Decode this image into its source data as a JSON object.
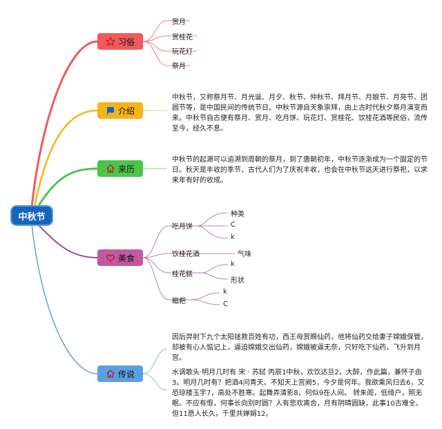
{
  "root": {
    "label": "中秋节"
  },
  "branches": {
    "customs": {
      "label": "习俗",
      "color": "#f05a5a",
      "icon": "star-icon",
      "items": [
        "赏月",
        "赏桂花",
        "玩花灯",
        "祭月"
      ]
    },
    "intro": {
      "label": "介绍",
      "color": "#f5b41e",
      "icon": "flag-icon",
      "text": "中秋节，又称祭月节、月光诞、月夕、秋节、仲秋节、拜月节、月娘节、月亮节、团圆节等，是中国民间的传统节日。中秋节源自天象崇拜，由上古时代秋夕祭月演变而来。中秋节自古便有祭月、赏月、吃月饼、玩花灯、赏桂花、饮桂花酒等民俗，流传至今，经久不息。"
    },
    "origin": {
      "label": "来历",
      "color": "#4cc44c",
      "icon": "home-icon",
      "text": "中秋节的起源可以追溯到周朝的祭月，到了唐朝初年，中秋节逐渐成为一个固定的节日。秋天是丰收的季节，古代人们为了庆祝丰收，也会在中秋节这天进行祭祀，以求来年有好的收成。"
    },
    "food": {
      "label": "美食",
      "color": "#bf5aa0",
      "icon": "heart-icon",
      "items": [
        {
          "label": "吃月饼",
          "children": [
            "种类",
            "C",
            "k"
          ]
        },
        {
          "label": "饮桂花酒",
          "children": [
            "气味"
          ]
        },
        {
          "label": "桂花糕",
          "children": [
            "k",
            "形状"
          ]
        },
        {
          "label": "糍粑",
          "children": [
            "k",
            "C"
          ]
        }
      ]
    },
    "legend": {
      "label": "传说",
      "color": "#5aa0e0",
      "icon": "home-icon",
      "text1": "因后羿射下九个太阳拯救百姓有功，西王母赏赐仙药，他将仙药交给妻子嫦娥保管，却被有心人惦记上，逼迫嫦娥交出仙药，嫦娥被逼无奈，只好吃下仙药，飞升到月宫。",
      "text2": "水调歌头·明月几时有 宋 · 苏轼 丙辰1中秋，欢饮达旦2，大醉，作此篇，兼怀子由3。明月几时有？把酒4问青天。不知天上宫阙5，今夕是何年。我欲乘风归去6，又恐琼楼玉宇7，高处不胜寒。起舞弄清影8，何似9在人间。 转朱阁，低绮户，照无眠。不应有恨，何事长向别时圆？人有悲欢离合，月有阴晴圆缺，此事10古难全。但11愿人长久，千里共婵娟12。"
    }
  }
}
